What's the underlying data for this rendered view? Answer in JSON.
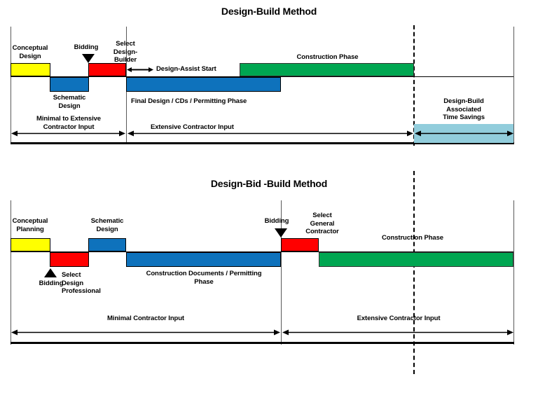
{
  "chart_data": [
    {
      "type": "bar",
      "title": "Design-Build Method",
      "orientation": "horizontal-timeline",
      "xlabel": "",
      "ylabel": "",
      "grid": false,
      "legend": "none",
      "lanes": [
        "upper",
        "lower"
      ],
      "phases": [
        {
          "label": "Conceptual\nDesign",
          "color": "#FFFF00",
          "lane": "upper",
          "start": 0,
          "end": 8,
          "label_position": "above"
        },
        {
          "label": "Schematic\nDesign",
          "color": "#0E72BC",
          "lane": "lower",
          "start": 8,
          "end": 16,
          "label_position": "below"
        },
        {
          "label": "Select\nDesign-\nBuilder",
          "color": "#FF0000",
          "lane": "upper",
          "start": 16,
          "end": 23,
          "label_position": "above"
        },
        {
          "label": "Final Design / CDs / Permitting Phase",
          "color": "#0E72BC",
          "lane": "lower",
          "start": 23,
          "end": 54,
          "label_position": "below"
        },
        {
          "label": "Construction Phase",
          "color": "#00A651",
          "lane": "upper",
          "start": 46,
          "end": 80,
          "label_position": "above"
        },
        {
          "label": "Design-Build\nAssociated\nTime Savings",
          "color": "#92CDDC",
          "lane": "savings",
          "start": 80,
          "end": 100,
          "label_position": "above"
        }
      ],
      "markers": [
        {
          "label": "Bidding",
          "type": "triangle-down",
          "at": 16
        },
        {
          "label": "Design-Assist Start",
          "type": "double-arrow",
          "from": 23,
          "to": 28
        }
      ],
      "spans": [
        {
          "label": "Minimal  to Extensive\nContractor  Input",
          "from": 0,
          "to": 23
        },
        {
          "label": "Extensive Contractor  Input",
          "from": 23,
          "to": 80
        },
        {
          "label": "",
          "from": 80,
          "to": 100
        }
      ],
      "dashed_divider_at": 80
    },
    {
      "type": "bar",
      "title": "Design-Bid -Build Method",
      "orientation": "horizontal-timeline",
      "xlabel": "",
      "ylabel": "",
      "grid": false,
      "legend": "none",
      "lanes": [
        "upper",
        "lower"
      ],
      "phases": [
        {
          "label": "Conceptual\nPlanning",
          "color": "#FFFF00",
          "lane": "upper",
          "start": 0,
          "end": 8,
          "label_position": "above"
        },
        {
          "label": "Select\nDesign\nProfessional",
          "color": "#FF0000",
          "lane": "lower",
          "start": 8,
          "end": 16,
          "label_position": "below"
        },
        {
          "label": "Schematic\nDesign",
          "color": "#0E72BC",
          "lane": "upper",
          "start": 16,
          "end": 23,
          "label_position": "above"
        },
        {
          "label": "Construction Documents / Permitting\nPhase",
          "color": "#0E72BC",
          "lane": "lower",
          "start": 23,
          "end": 54,
          "label_position": "below"
        },
        {
          "label": "Select\nGeneral\nContractor",
          "color": "#FF0000",
          "lane": "upper",
          "start": 54,
          "end": 62,
          "label_position": "above"
        },
        {
          "label": "Construction Phase",
          "color": "#00A651",
          "lane": "lower",
          "start": 62,
          "end": 100,
          "label_position": "above"
        }
      ],
      "markers": [
        {
          "label": "Bidding",
          "type": "triangle-up",
          "at": 8
        },
        {
          "label": "Bidding",
          "type": "triangle-down",
          "at": 54
        }
      ],
      "spans": [
        {
          "label": "Minimal  Contractor  Input",
          "from": 0,
          "to": 54
        },
        {
          "label": "Extensive Contractor  Input",
          "from": 54,
          "to": 100
        }
      ],
      "dashed_divider_at": 80
    }
  ],
  "top": {
    "title": "Design-Build Method",
    "labels": {
      "conceptual_design": "Conceptual\nDesign",
      "bidding": "Bidding",
      "select_design_builder": "Select\nDesign-\nBuilder",
      "design_assist_start": "Design-Assist Start",
      "construction_phase": "Construction Phase",
      "schematic_design": "Schematic\nDesign",
      "final_design": "Final Design / CDs / Permitting Phase",
      "design_build_savings": "Design-Build\nAssociated\nTime Savings",
      "minimal_to_extensive": "Minimal  to Extensive\nContractor  Input",
      "extensive_contractor": "Extensive Contractor  Input"
    }
  },
  "bottom": {
    "title": "Design-Bid -Build Method",
    "labels": {
      "conceptual_planning": "Conceptual\nPlanning",
      "schematic_design": "Schematic\nDesign",
      "bidding_left": "Bidding",
      "bidding_right": "Bidding",
      "select_design_professional": "Select\nDesign\nProfessional",
      "select_general_contractor": "Select\nGeneral\nContractor",
      "construction_documents": "Construction Documents / Permitting\nPhase",
      "construction_phase": "Construction Phase",
      "minimal_contractor": "Minimal  Contractor  Input",
      "extensive_contractor": "Extensive Contractor  Input"
    }
  },
  "colors": {
    "yellow": "#FFFF00",
    "red": "#FF0000",
    "blue": "#0E72BC",
    "green": "#00A651",
    "light_blue": "#92CDDC",
    "black": "#000000"
  }
}
